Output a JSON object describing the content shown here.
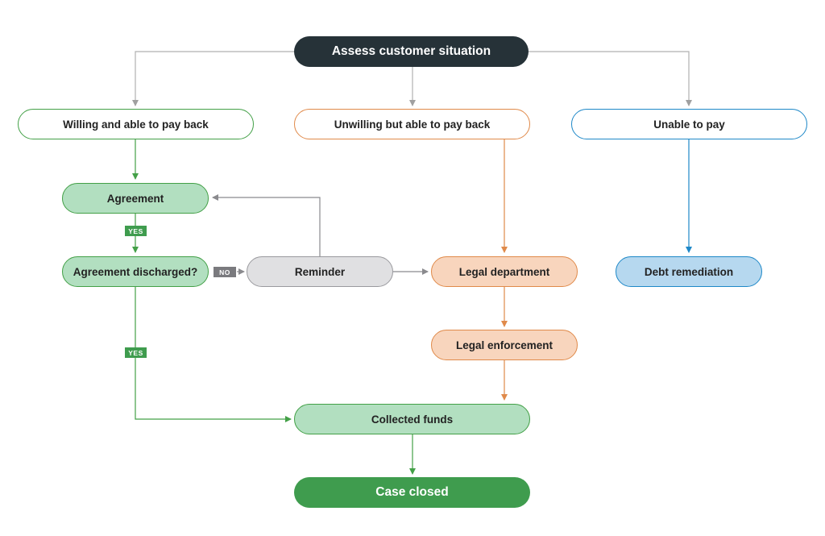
{
  "nodes": {
    "assess": "Assess customer situation",
    "willing": "Willing and able to pay back",
    "unwilling": "Unwilling but able to pay back",
    "unable": "Unable to pay",
    "agreement": "Agreement",
    "discharged": "Agreement discharged?",
    "reminder": "Reminder",
    "legal_department": "Legal department",
    "debt_remediation": "Debt remediation",
    "legal_enforcement": "Legal enforcement",
    "collected_funds": "Collected funds",
    "case_closed": "Case closed"
  },
  "labels": {
    "yes_1": "YES",
    "no": "NO",
    "yes_2": "YES"
  },
  "colors": {
    "dark": "#263238",
    "green": "#43a047",
    "green_fill": "#b2dfc0",
    "green_solid": "#3f9c4e",
    "orange": "#e08a4a",
    "orange_fill": "#f8d5bd",
    "blue": "#1e88c8",
    "blue_fill": "#b6d8ef",
    "gray": "#999999",
    "gray_fill": "#e0e0e2",
    "gray_tag": "#7a7a7e"
  }
}
